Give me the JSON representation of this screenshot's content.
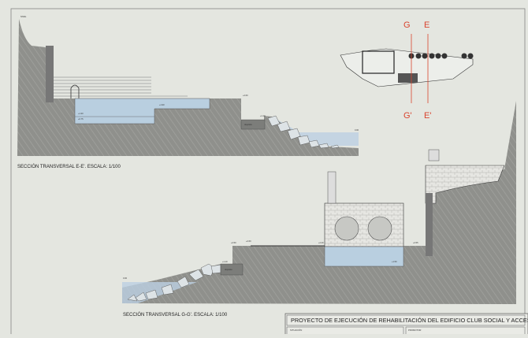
{
  "drawing": {
    "section_ee": {
      "caption": "SECCIÓN TRANSVERSAL E-E'. ESCALA: 1/100",
      "top_label": "NIVEL",
      "levels": [
        "+1.30",
        "+0.75",
        "+1.90",
        "+2.60",
        "+1.10",
        "0.00"
      ],
      "room_label": "depósito"
    },
    "section_gg": {
      "caption": "SECCIÓN TRANSVERSAL G-G'. ESCALA: 1/100",
      "levels": [
        "0.00",
        "+1.10",
        "+2.50",
        "+2.60",
        "+2.40",
        "+2.55",
        "+1.50"
      ],
      "room_label": "depósito"
    },
    "key_plan": {
      "markers": [
        "G",
        "E",
        "G'",
        "E'"
      ],
      "colors": {
        "section_line": "#d9442e"
      }
    },
    "title_block": {
      "title": "PROYECTO DE EJECUCIÓN DE REHABILITACIÓN DEL EDIFICIO CLUB SOCIAL Y ACCESOS",
      "field_1": "SITUACIÓN",
      "field_2": "PROMOTOR"
    },
    "colors": {
      "ground": "#8d8e8b",
      "water": "#b9cfe0",
      "paper": "#e4e6e0"
    }
  }
}
